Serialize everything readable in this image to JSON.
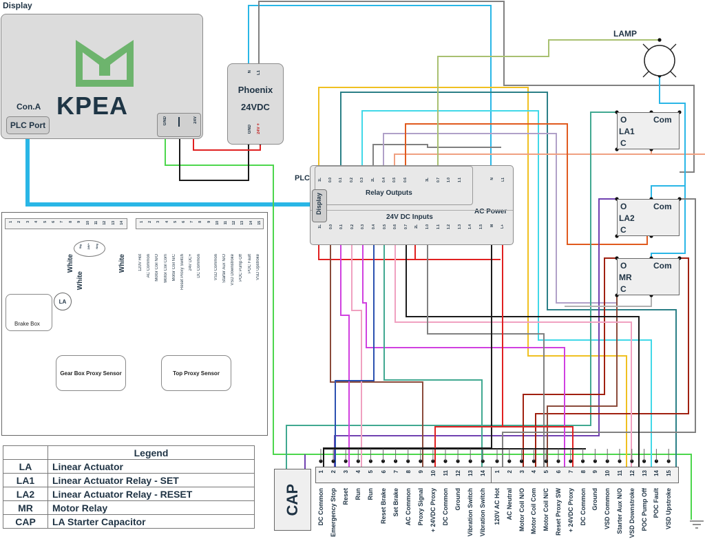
{
  "display": {
    "title": "Display",
    "logo_text": "KPEA",
    "connector_label": "Con.A",
    "port_label": "PLC Port",
    "terminals": [
      "GND",
      "|",
      "24V"
    ]
  },
  "psu": {
    "name": "Phoenix",
    "voltage": "24VDC",
    "top_terminals": [
      "N",
      "L1"
    ],
    "bottom_terminals": [
      "GND",
      "24V +"
    ]
  },
  "lamp": {
    "label": "LAMP"
  },
  "plc": {
    "label": "PLC",
    "display_tab": "Display",
    "relay_outputs_label": "Relay Outputs",
    "ac_power_label": "AC Power",
    "dc_inputs_label": "24V DC Inputs",
    "top_terminals": [
      "1L",
      "0.0",
      "0.1",
      "0.2",
      "0.3",
      "2L",
      "0.4",
      "0.5",
      "0.6",
      "3L",
      "0.7",
      "1.0",
      "1.1",
      "",
      "N",
      "L1"
    ],
    "bottom_terminals": [
      "1L",
      "0.0",
      "0.1",
      "0.2",
      "0.3",
      "0.4",
      "0.5",
      "0.6",
      "0.7",
      "2L",
      "1.0",
      "1.1",
      "1.2",
      "1.3",
      "1.4",
      "1.5",
      "M",
      "L+"
    ]
  },
  "relays": [
    {
      "name": "LA1",
      "o": "O",
      "com": "Com",
      "c": "C"
    },
    {
      "name": "LA2",
      "o": "O",
      "com": "Com",
      "c": "C"
    },
    {
      "name": "MR",
      "o": "O",
      "com": "Com",
      "c": "C"
    }
  ],
  "field_panel": {
    "strip1": [
      "1",
      "2",
      "3",
      "4",
      "5",
      "6",
      "7",
      "8",
      "9",
      "10",
      "11",
      "12",
      "13",
      "14"
    ],
    "white_labels": [
      "White",
      "White",
      "White"
    ],
    "proxy_oval": [
      "Sig",
      "24V+",
      "Neg"
    ],
    "brake_box": "Brake Box",
    "la": "LA",
    "strip2": [
      "1",
      "2",
      "3",
      "4",
      "5",
      "6",
      "7",
      "8",
      "9",
      "10",
      "11",
      "12",
      "13",
      "14",
      "15"
    ],
    "strip2_labels": [
      "120V Hot",
      "AC Common",
      "Motor Coil N/O",
      "Motor Coil Com",
      "Motor Coil N/C",
      "Reset Proxy Switch",
      "24V DC+",
      "DC Common",
      "",
      "VSD Common",
      "Starter Aux N/O",
      "VSD Downstroke",
      "POC Pump Off",
      "POC Fault",
      "VSD Upstroke"
    ],
    "sensor1": "Gear Box Proxy Sensor",
    "sensor2": "Top Proxy Sensor"
  },
  "legend": {
    "header": "Legend",
    "rows": [
      {
        "key": "LA",
        "value": "Linear Actuator"
      },
      {
        "key": "LA1",
        "value": "Linear Actuator Relay  -  SET"
      },
      {
        "key": "LA2",
        "value": "Linear Actuator Relay  -  RESET"
      },
      {
        "key": "MR",
        "value": "Motor Relay"
      },
      {
        "key": "CAP",
        "value": "LA Starter Capacitor"
      }
    ]
  },
  "cap": {
    "label": "CAP"
  },
  "terminal_block": {
    "left": [
      {
        "n": "1",
        "label": "DC Common"
      },
      {
        "n": "2",
        "label": "Emergency Stop"
      },
      {
        "n": "3",
        "label": "Reset"
      },
      {
        "n": "4",
        "label": "Run"
      },
      {
        "n": "5",
        "label": "Run"
      },
      {
        "n": "6",
        "label": "Reset Brake"
      },
      {
        "n": "7",
        "label": "Set Brake"
      },
      {
        "n": "8",
        "label": "AC Common"
      },
      {
        "n": "9",
        "label": "Proxy Signal"
      },
      {
        "n": "10",
        "label": "+ 24VDC Proxy"
      },
      {
        "n": "11",
        "label": "DC Common"
      },
      {
        "n": "12",
        "label": "Ground"
      },
      {
        "n": "13",
        "label": "Vibration Switch"
      },
      {
        "n": "14",
        "label": "Vibration Switch"
      }
    ],
    "right": [
      {
        "n": "1",
        "label": "120V AC Hot"
      },
      {
        "n": "2",
        "label": "AC Neutral"
      },
      {
        "n": "3",
        "label": "Motor Coil N/O"
      },
      {
        "n": "4",
        "label": "Motor Coil Com"
      },
      {
        "n": "5",
        "label": "Motor Coil N/C"
      },
      {
        "n": "6",
        "label": "Reset Proxy SW"
      },
      {
        "n": "7",
        "label": "+ 24VDC Proxy"
      },
      {
        "n": "8",
        "label": "DC Common"
      },
      {
        "n": "9",
        "label": "Ground"
      },
      {
        "n": "10",
        "label": "VSD Common"
      },
      {
        "n": "11",
        "label": "Starter Aux N/O"
      },
      {
        "n": "12",
        "label": "VSD Downstroke"
      },
      {
        "n": "13",
        "label": "POC Pump Off"
      },
      {
        "n": "14",
        "label": "POC Fault"
      },
      {
        "n": "15",
        "label": "VSD Upstroke"
      }
    ]
  },
  "wire_colors": {
    "blue": "#29b6e6",
    "gray": "#808080",
    "black": "#1a1a1a",
    "red": "#e02020",
    "green": "#4cd64c",
    "yellow": "#f0c020",
    "teal": "#2a7f86",
    "cyan": "#40d8e8",
    "orange": "#e05a1e",
    "lavender": "#b0a0c8",
    "salmon": "#f0a080",
    "olive": "#a8c070",
    "brown": "#8a4a3a",
    "magenta": "#d040e0",
    "pink": "#f0a0c0",
    "purple": "#7040b0",
    "seagreen": "#40a890",
    "darkred": "#a02010",
    "navy": "#2a50b0",
    "lightgray": "#b0b0b0"
  }
}
